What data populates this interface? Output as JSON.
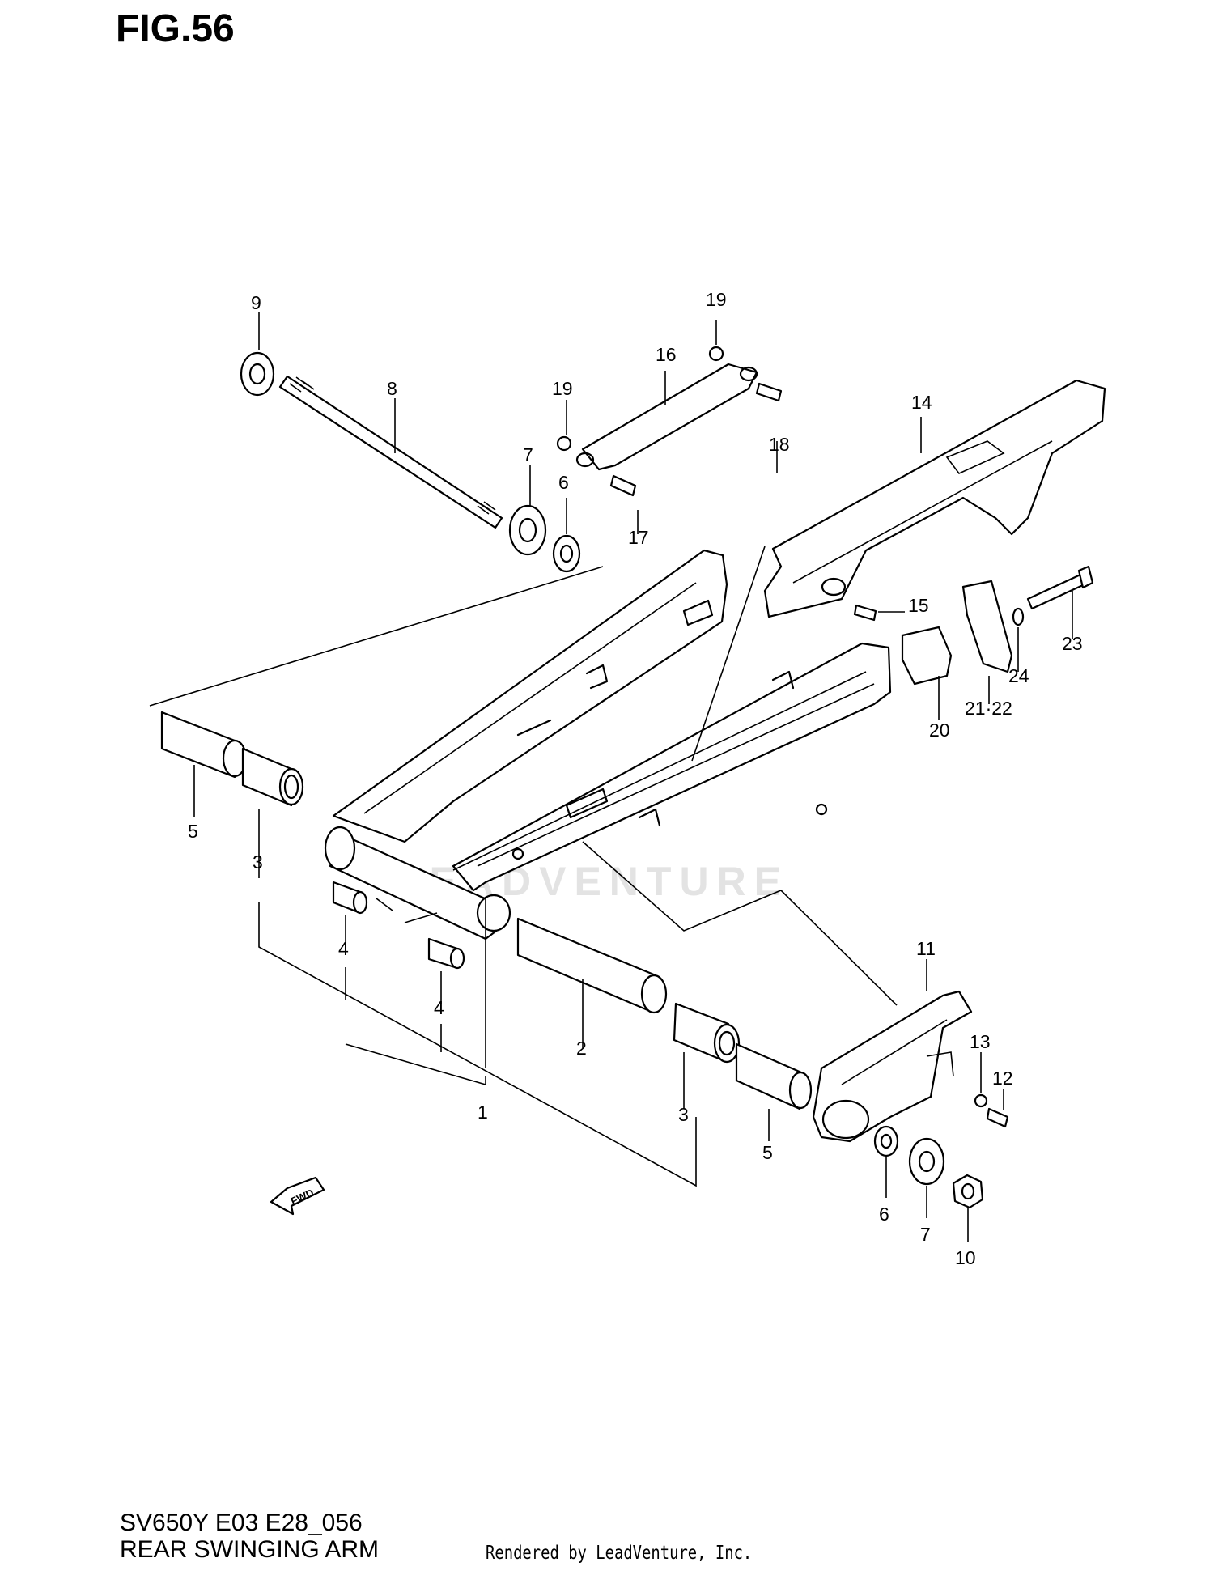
{
  "figure": {
    "title": "FIG.56",
    "model_code": "SV650Y E03 E28_056",
    "section_name": "REAR SWINGING ARM",
    "render_credit": "Rendered by LeadVenture, Inc.",
    "watermark_text": "LEADVENTURE",
    "fwd_label": "FWD"
  },
  "callouts": {
    "c1": "1",
    "c2": "2",
    "c3a": "3",
    "c3b": "3",
    "c4a": "4",
    "c4b": "4",
    "c5a": "5",
    "c5b": "5",
    "c6a": "6",
    "c6b": "6",
    "c7a": "7",
    "c7b": "7",
    "c8": "8",
    "c9": "9",
    "c10": "10",
    "c11": "11",
    "c12": "12",
    "c13": "13",
    "c14": "14",
    "c15": "15",
    "c16": "16",
    "c17": "17",
    "c18": "18",
    "c19a": "19",
    "c19b": "19",
    "c20": "20",
    "c2122": "21·22",
    "c23": "23",
    "c24": "24"
  },
  "colors": {
    "line": "#000000",
    "background": "#ffffff",
    "watermark": "#e3e3e3"
  }
}
